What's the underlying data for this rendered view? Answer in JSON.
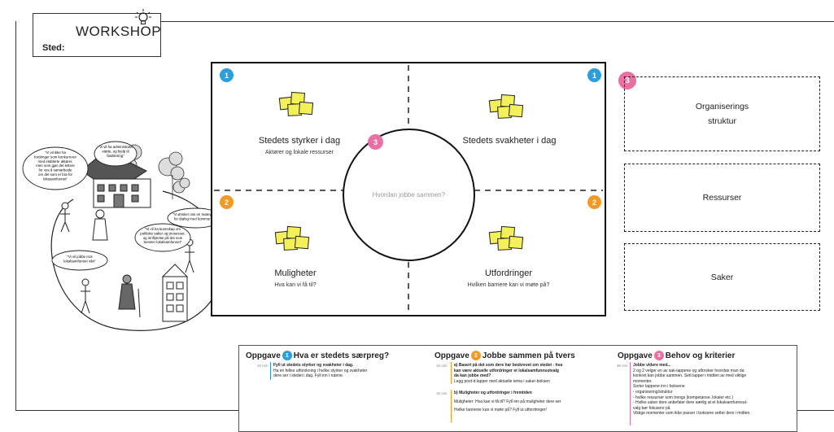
{
  "header": {
    "title": "WORKSHOP",
    "place_label": "Sted:"
  },
  "quadrants": [
    {
      "number": "1",
      "title": "Stedets styrker i dag",
      "subtitle": "Aktører og lokale ressurser"
    },
    {
      "number": "1",
      "title": "Stedets svakheter i dag",
      "subtitle": ""
    },
    {
      "number": "2",
      "title": "Muligheter",
      "subtitle": "Hva kan vi få til?"
    },
    {
      "number": "2",
      "title": "Utfordringer",
      "subtitle": "Hvilken barriere kan vi møte på?"
    }
  ],
  "center": {
    "number": "3",
    "text": "Hvordan jobbe sammen?"
  },
  "side_panel": {
    "number": "3",
    "boxes": [
      {
        "line1": "Organiserings",
        "line2": "struktur"
      },
      {
        "line1": "Ressurser",
        "line2": ""
      },
      {
        "line1": "Saker",
        "line2": ""
      }
    ]
  },
  "bubbles": [
    {
      "lines": [
        "\"Vi vil ikke ha",
        "fordringer som konkurrerer",
        "med etablerte aktører,",
        "men som gjør det lettere",
        "for oss å samarbeide",
        "om det som er bra for",
        "lokasamfunnet\""
      ]
    },
    {
      "lines": [
        "\"Vi vil ha administrativ",
        "støtte, og hjelp til",
        "fasilitering\""
      ]
    },
    {
      "lines": [
        "\"Vi ønsker oss en møteplass",
        "for dialog med kommunen\""
      ]
    },
    {
      "lines": [
        "\"Vi vil ha kunnskap om",
        "politiske saker og prosesser,",
        "og innflytelse på det som",
        "berører lokalsamfunnet\""
      ]
    },
    {
      "lines": [
        "\"Vi vil jobbe mot",
        "lokalsamfunnet vårt\""
      ]
    }
  ],
  "tasks": [
    {
      "prefix": "Oppgave",
      "number": "1",
      "title": "Hva er stedets særpreg?",
      "items": [
        {
          "minutes": "20 min",
          "lines": [
            "Fyll ut stedets styrker og svakheter i dag.",
            "Ha en felles utforskning i hvilke styrker og svakheter",
            "dere ser i stedet i dag. Fyll inn i rutene."
          ]
        }
      ]
    },
    {
      "prefix": "Oppgave",
      "number": "2",
      "title": "Jobbe sammen på tvers",
      "items": [
        {
          "minutes": "15 min",
          "lines": [
            "a) Basert på det som dere har beskrevet om stedet - hva",
            "kan være aktuelle utfordringer et lokalsamfunnsutvalg",
            "da kan jobbe med?",
            "Legg post-it-lapper med aktuelle tema i saker-boksen"
          ]
        },
        {
          "minutes": "15 min",
          "lines": [
            "b) Muligheter og utfordringer i fremtiden",
            "",
            "Muligheter: Hva kan vi få til? Fyll inn på muligheter dere ser",
            "",
            "Hvilke barrierer kan vi møte på? Fyll ut utfordringer!"
          ]
        }
      ]
    },
    {
      "prefix": "Oppgave",
      "number": "3",
      "title": "Behov og kriterier",
      "items": [
        {
          "minutes": "30 min",
          "lines": [
            "Jobbe videre med...",
            "2 og 2 velger en av sak-lappene og utforsker hvordan man da",
            "konkret kan jobbe sammen. Sett lapper i midten av med viktige",
            "momenter.",
            "Sorter lappene inn i boksene",
            "- organisering/struktur",
            "- hvilke ressurser som trengs (kompetanse, lokaler etc.)",
            "- Hvilke saker dere anbefaler dere særlig at et lokalsamfunnsut-",
            "valg bør fokusere på",
            "Viktige momenter som ikke passer i boksene setter dere i midten."
          ]
        }
      ]
    }
  ],
  "colors": {
    "blue": "#2b9fd9",
    "orange": "#f29a26",
    "pink": "#ea6fa3",
    "sticky": "#f3f05a"
  },
  "icons": [
    "lightbulb-icon",
    "sticky-notes-icon",
    "house-icon",
    "tree-icon",
    "person-icon"
  ]
}
